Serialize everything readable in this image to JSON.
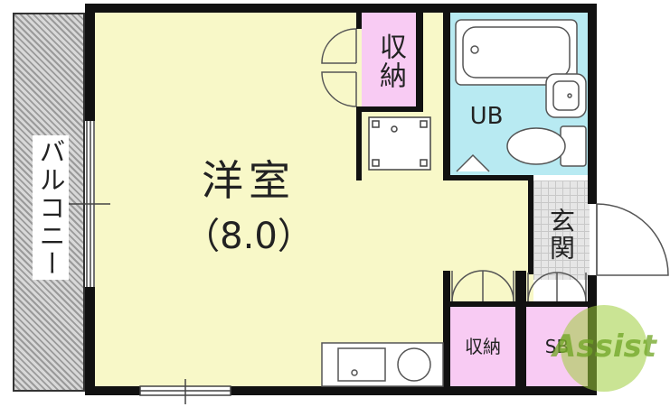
{
  "plan": {
    "balcony_label": "バルコニー",
    "main_room_label": "洋室",
    "main_room_size": "（8.0）",
    "storage_top_label": "収納",
    "bath_label": "UB",
    "entrance_label": "玄関",
    "storage_bottom_label": "収納",
    "shoebox_label": "SB",
    "watermark": "Assist"
  },
  "colors": {
    "room_fill": "#f8f8c8",
    "storage_fill": "#f8cbf3",
    "bath_fill": "#b8eaf2",
    "entrance_fill": "#e2e2e2",
    "balcony_hatch": "#9a9a9a",
    "wall": "#111111",
    "watermark_green": "#9fce3c"
  }
}
